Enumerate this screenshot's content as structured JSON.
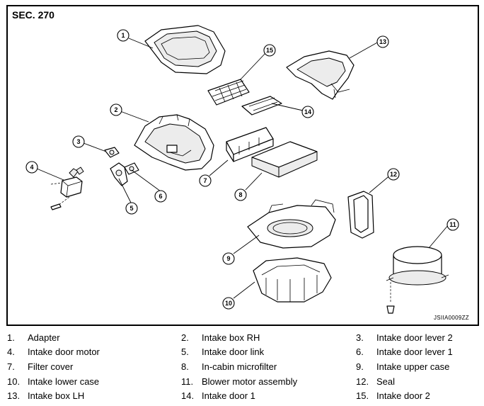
{
  "section_label": "SEC. 270",
  "image_id": "JSIIA0009ZZ",
  "legend": [
    {
      "num": "1.",
      "name": "Adapter"
    },
    {
      "num": "2.",
      "name": "Intake box RH"
    },
    {
      "num": "3.",
      "name": "Intake door lever 2"
    },
    {
      "num": "4.",
      "name": "Intake door motor"
    },
    {
      "num": "5.",
      "name": "Intake door link"
    },
    {
      "num": "6.",
      "name": "Intake door lever 1"
    },
    {
      "num": "7.",
      "name": "Filter cover"
    },
    {
      "num": "8.",
      "name": "In-cabin microfilter"
    },
    {
      "num": "9.",
      "name": "Intake upper case"
    },
    {
      "num": "10.",
      "name": "Intake lower case"
    },
    {
      "num": "11.",
      "name": "Blower motor assembly"
    },
    {
      "num": "12.",
      "name": "Seal"
    },
    {
      "num": "13.",
      "name": "Intake box LH"
    },
    {
      "num": "14.",
      "name": "Intake door 1"
    },
    {
      "num": "15.",
      "name": "Intake door 2"
    }
  ],
  "callouts": [
    "1",
    "2",
    "3",
    "4",
    "5",
    "6",
    "7",
    "8",
    "9",
    "10",
    "11",
    "12",
    "13",
    "14",
    "15"
  ]
}
